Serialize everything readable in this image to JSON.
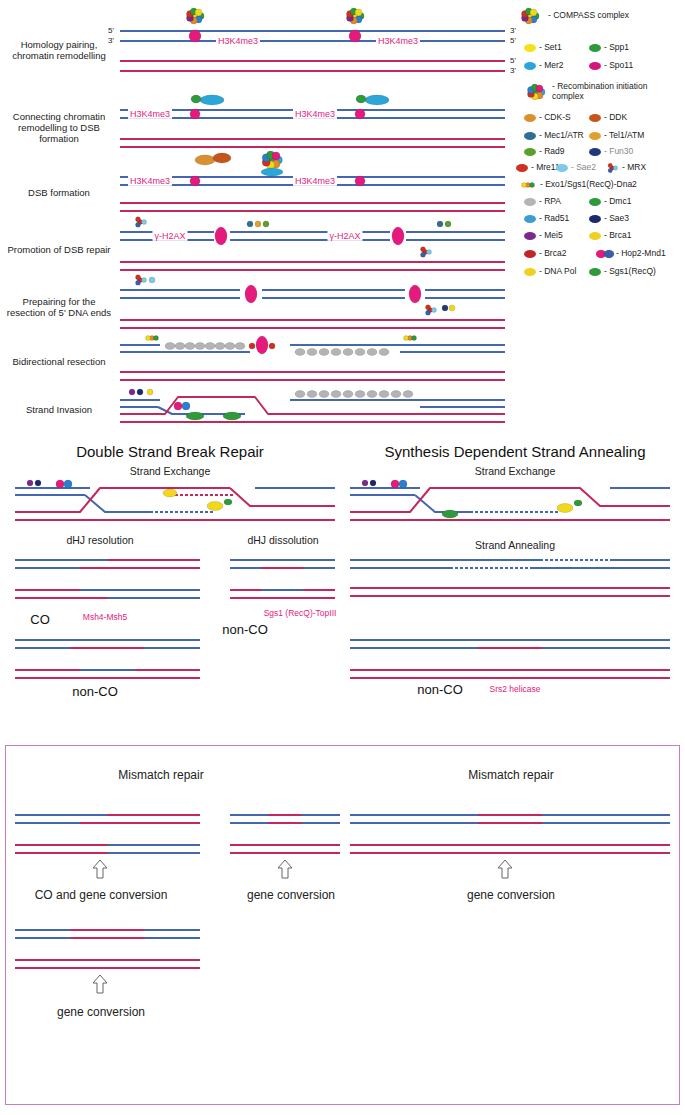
{
  "diagram": {
    "nodes": [
      {
        "text": [
          "Mismatch repair",
          "Mismatch repair",
          "CO and gene conversion",
          "gene conversion",
          "gene conversion",
          "gene conversion"
        ]
      }
    ],
    "edges": [],
    "labels": [
      "Homology pairing, chromatin remodelling",
      "Connecting chromatin remodelling to DSB formation",
      "DSB formation",
      "Promotion of DSB repair",
      "Prepairing for the resection of 5' DNA ends",
      "Bidirectional resection",
      "Strand Invasion",
      "5'",
      "3'",
      "3'",
      "5'",
      "5'",
      "3'",
      "H3K4me3",
      "H3K4me3",
      "H3K4me3",
      "H3K4me3",
      "H3K4me3",
      "H3K4me3",
      "γ-H2AX",
      "γ-H2AX",
      "Double Strand Break Repair",
      "Synthesis Dependent Strand Annealing",
      "Strand Exchange",
      "Strand Exchange",
      "dHJ resolution",
      "dHJ dissolution",
      "Strand Annealing",
      "CO",
      "Msh4-Msh5",
      "non-CO",
      "Sgs1 (RecQ)-TopIII",
      "non-CO",
      "non-CO",
      "Srs2 helicase"
    ],
    "legend": [
      {
        "text": "- COMPASS complex"
      },
      {
        "text": "- Set1",
        "color": "#f2e21a"
      },
      {
        "text": "- Spp1",
        "color": "#2e9a3a"
      },
      {
        "text": "- Mer2",
        "color": "#2aa7d8"
      },
      {
        "text": "- Spo11",
        "color": "#d4147f"
      },
      {
        "text": "- Recombination initiation complex"
      },
      {
        "text": "- CDK-S",
        "color": "#d9902e"
      },
      {
        "text": "- DDK",
        "color": "#c4561c"
      },
      {
        "text": "- Mec1/ATR",
        "color": "#2f6f8f"
      },
      {
        "text": "- Tel1/ATM",
        "color": "#e0a030"
      },
      {
        "text": "- Rad9",
        "color": "#5aa02c"
      },
      {
        "text": "- Fun30",
        "color": "#1f3a7a"
      },
      {
        "text": "- Mre11",
        "color": "#d03020"
      },
      {
        "text": "- Sae2",
        "color": "#7ec8e8"
      },
      {
        "text": "- MRX"
      },
      {
        "text": "- Exo1/Sgs1(RecQ)-Dna2"
      },
      {
        "text": "- RPA",
        "color": "#b4b4b4"
      },
      {
        "text": "- Dmc1",
        "color": "#2e9a3a"
      },
      {
        "text": "- Rad51",
        "color": "#3a9fd0"
      },
      {
        "text": "- Sae3",
        "color": "#1a2a6a"
      },
      {
        "text": "- Mei5",
        "color": "#7a2a8a"
      },
      {
        "text": "- Brca1",
        "color": "#f0d020"
      },
      {
        "text": "- Brca2",
        "color": "#c02828"
      },
      {
        "text": "- Hop2-Mnd1"
      },
      {
        "text": "- DNA Pol",
        "color": "#f0d020"
      },
      {
        "text": "- Sgs1(RecQ)",
        "color": "#2e9a3a"
      }
    ]
  }
}
